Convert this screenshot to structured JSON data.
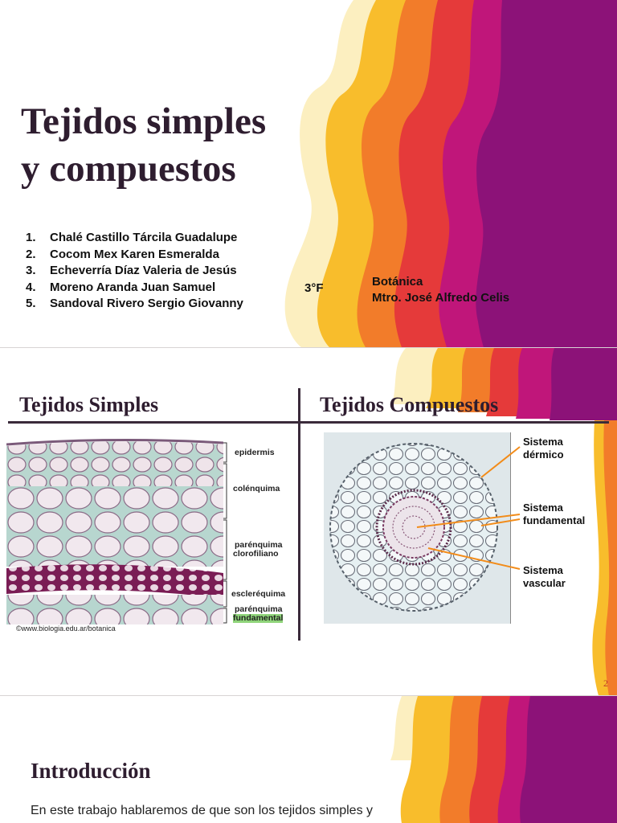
{
  "slide1": {
    "title_line1": "Tejidos simples",
    "title_line2": "y compuestos",
    "members": [
      {
        "num": "1.",
        "name": "Chalé Castillo Tárcila Guadalupe"
      },
      {
        "num": "2.",
        "name": "Cocom Mex Karen Esmeralda"
      },
      {
        "num": "3.",
        "name": "Echeverría Díaz Valeria de Jesús"
      },
      {
        "num": "4.",
        "name": "Moreno Aranda Juan Samuel"
      },
      {
        "num": "5.",
        "name": "Sandoval Rivero Sergio Giovanny"
      }
    ],
    "grade": "3°F",
    "course": "Botánica",
    "teacher": "Mtro. José Alfredo Celis"
  },
  "slide2": {
    "left_heading": "Tejidos Simples",
    "right_heading": "Tejidos Compuestos",
    "simple_labels": {
      "epidermis": "epidermis",
      "colenquima": "colénquima",
      "parenquima_cloro_1": "parénquima",
      "parenquima_cloro_2": "clorofiliano",
      "esclerequima": "escleréquima",
      "parenquima_fund_1": "parénquima",
      "parenquima_fund_2": "fundamental"
    },
    "watermark": "©www.biologia.edu.ar/botanica",
    "compound_labels": {
      "dermico_1": "Sistema",
      "dermico_2": "dérmico",
      "fundamental_1": "Sistema",
      "fundamental_2": "fundamental",
      "vascular_1": "Sistema",
      "vascular_2": "vascular"
    },
    "page_number": "2"
  },
  "slide3": {
    "heading": "Introducción",
    "body": "En este trabajo hablaremos de que son los tejidos simples y"
  },
  "colors": {
    "title": "#2e1d2f",
    "wave_yellow_light": "#fcefc0",
    "wave_yellow": "#f8bd2c",
    "wave_orange": "#f27c2a",
    "wave_red": "#e53a3a",
    "wave_magenta": "#c0167a",
    "wave_purple": "#8c1278",
    "accent_line": "#3a2a3a",
    "pointer": "#f28c1a"
  }
}
